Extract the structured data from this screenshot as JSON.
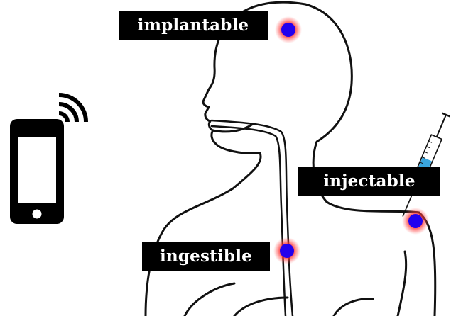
{
  "labels": {
    "implantable": "implantable",
    "injectable": "injectable",
    "ingestible": "ingestible"
  },
  "icons": {
    "phone": "smartphone-icon",
    "wireless": "wireless-signal-icon",
    "syringe": "syringe-icon"
  },
  "colors": {
    "sensor_dot": "#2200ee",
    "sensor_glow": "#ff2a2a",
    "outline": "#111111",
    "label_bg": "#000000",
    "label_text": "#ffffff",
    "syringe_fluid": "#3aa6df"
  }
}
